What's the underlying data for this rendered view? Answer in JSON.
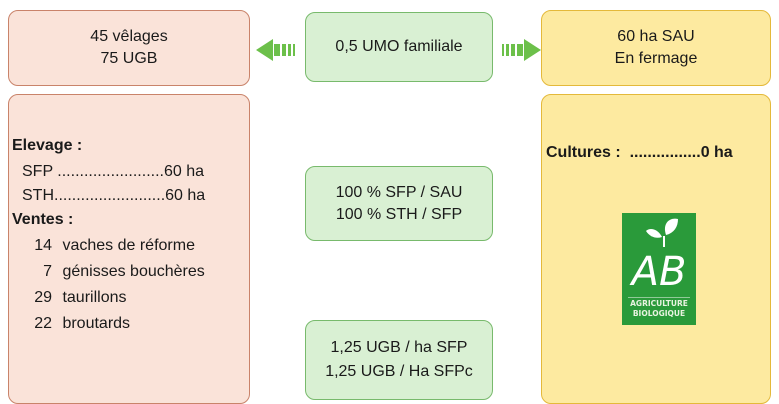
{
  "top_left": {
    "line1": "45 vêlages",
    "line2": "75 UGB"
  },
  "top_center": {
    "label": "0,5 UMO familiale"
  },
  "top_right": {
    "line1": "60 ha SAU",
    "line2": "En fermage"
  },
  "elevage": {
    "heading": "Elevage :",
    "rows": [
      {
        "label": "SFP ",
        "dots": "........................",
        "value": "60 ha"
      },
      {
        "label": "STH",
        "dots": ".........................",
        "value": "60 ha"
      }
    ]
  },
  "ventes": {
    "heading": "Ventes :",
    "items": [
      {
        "count": "14",
        "label": "vaches de réforme"
      },
      {
        "count": "7",
        "label": "génisses bouchères"
      },
      {
        "count": "29",
        "label": "taurillons"
      },
      {
        "count": "22",
        "label": "broutards"
      }
    ]
  },
  "ratios": {
    "line1": "100 % SFP / SAU",
    "line2": "100 % STH / SFP"
  },
  "chargement": {
    "line1": "1,25 UGB / ha SFP",
    "line2": "1,25 UGB / Ha SFPc"
  },
  "cultures": {
    "label": "Cultures :",
    "dots": "................",
    "value": "0 ha"
  },
  "logo": {
    "letters": "AB",
    "line1": "AGRICULTURE",
    "line2": "BIOLOGIQUE"
  },
  "colors": {
    "pink_fill": "#fae3d9",
    "pink_border": "#c9836a",
    "yellow_fill": "#fdeaa0",
    "yellow_border": "#e4b93a",
    "green_fill": "#d9f0d3",
    "green_border": "#78ba6c",
    "arrow": "#6cc04a",
    "logo_green": "#2a9a3a"
  }
}
